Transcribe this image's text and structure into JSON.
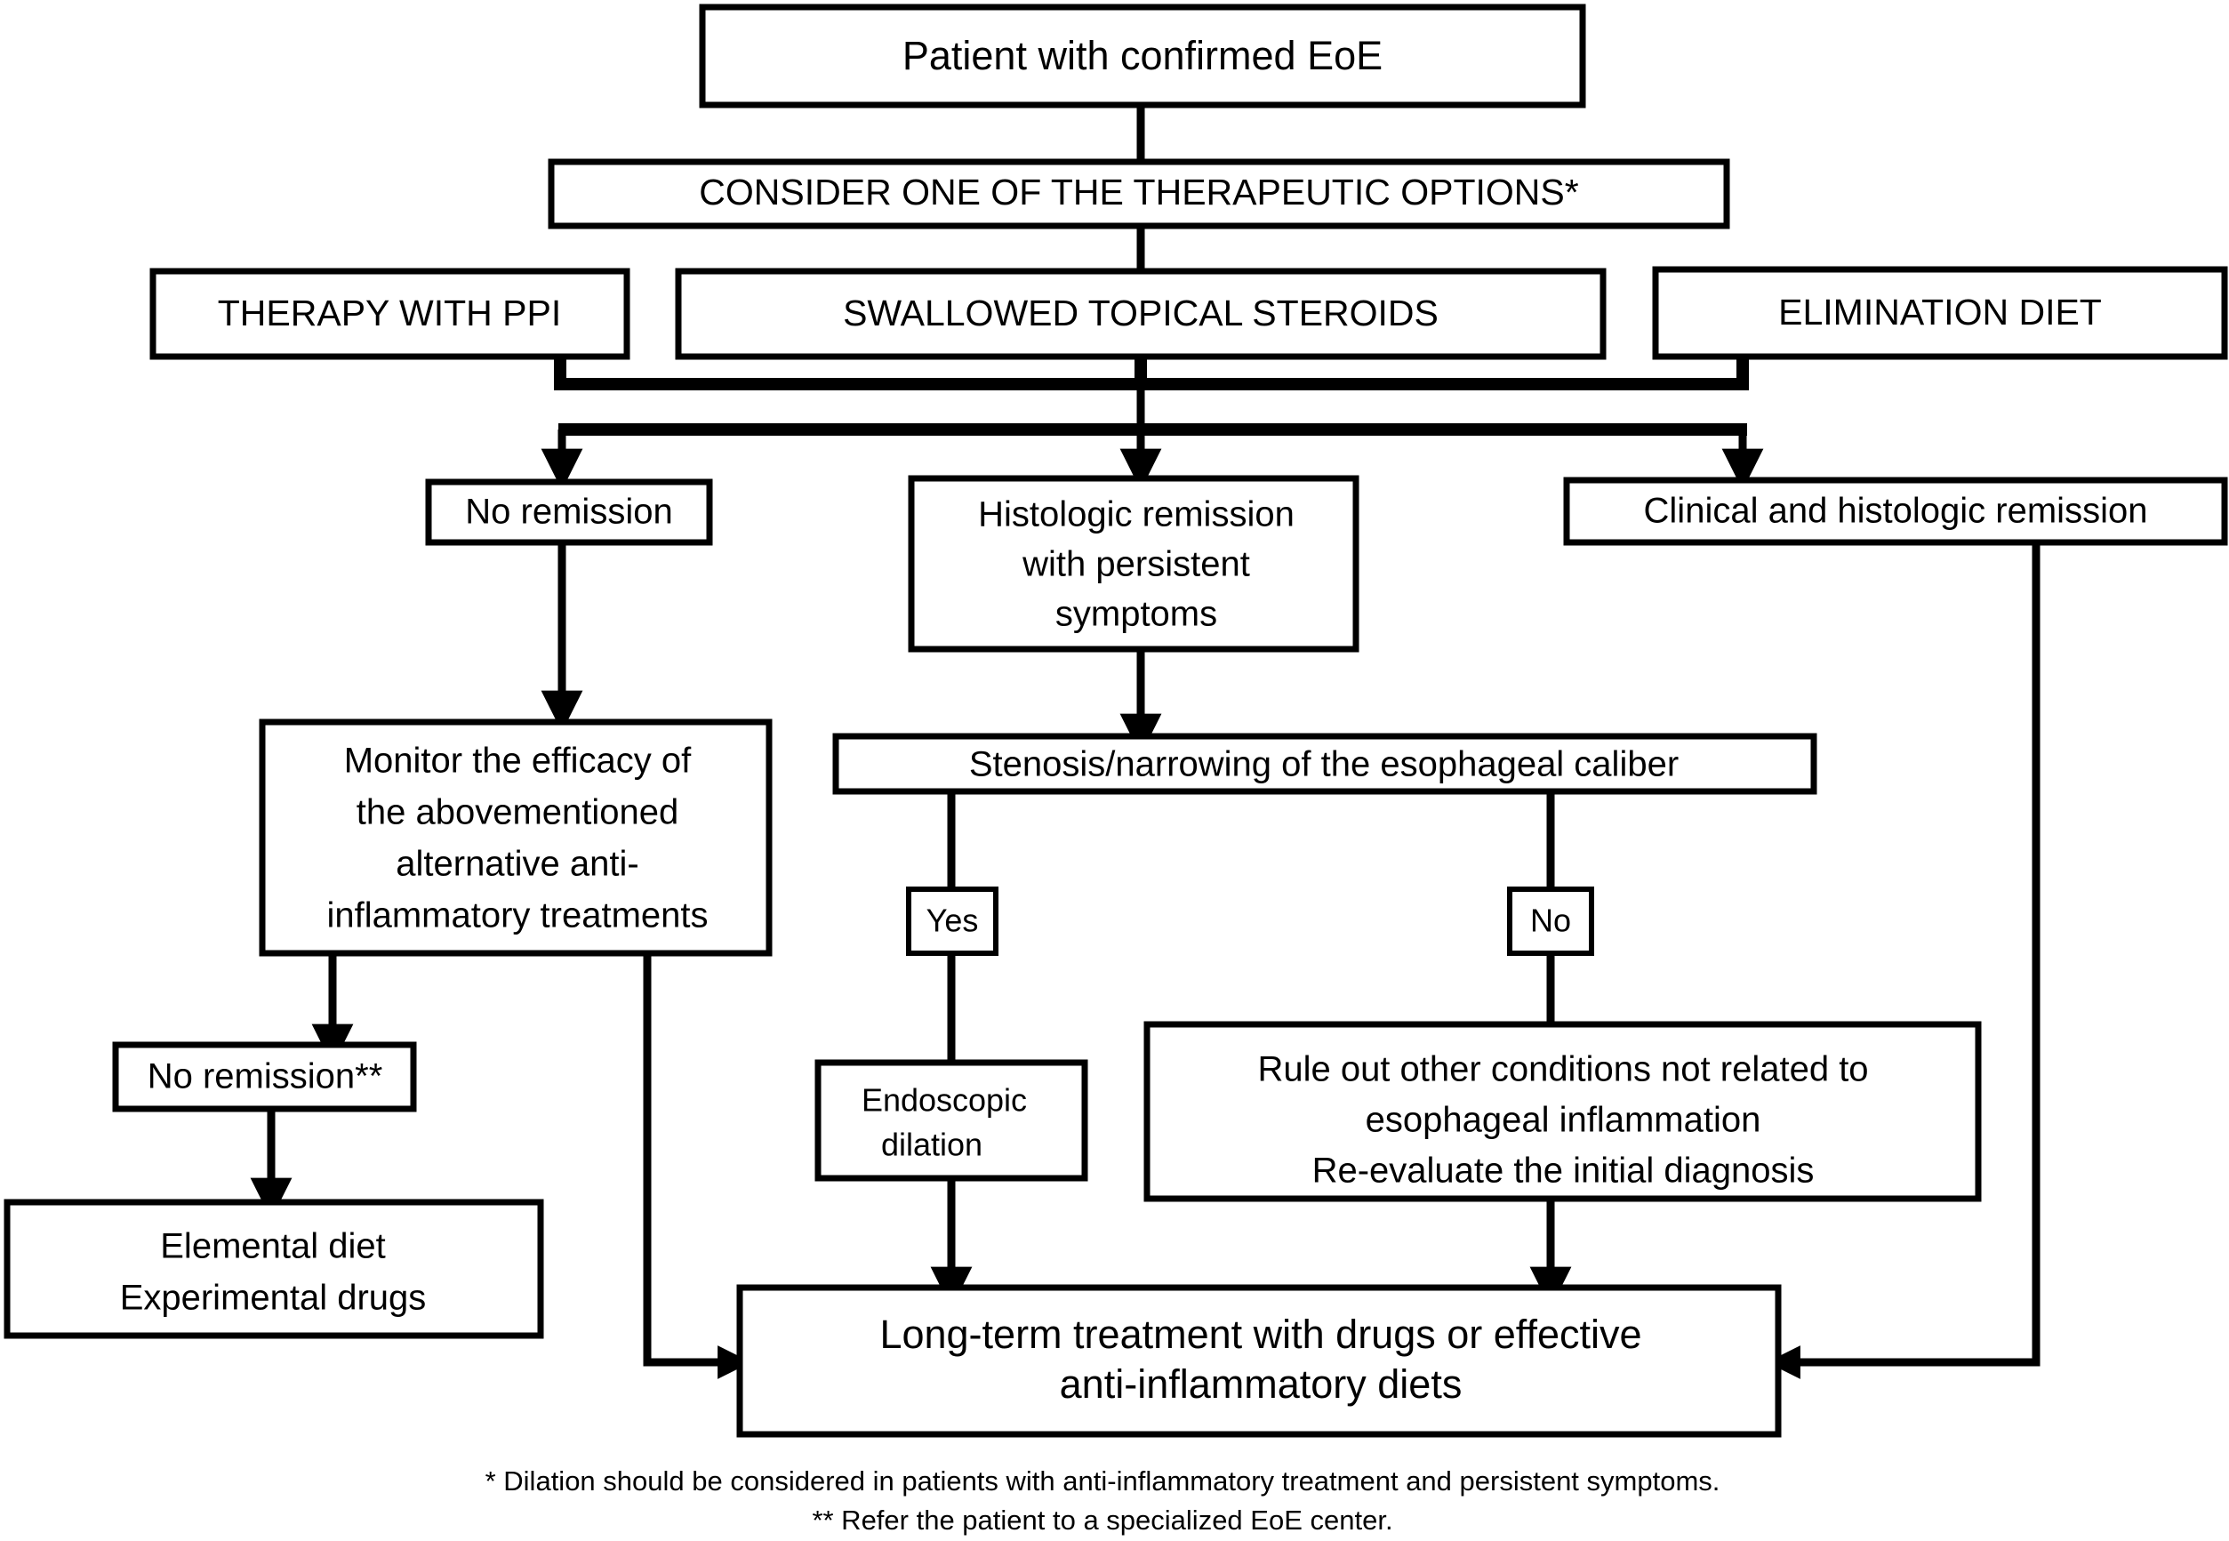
{
  "diagram": {
    "title": "EoE treatment algorithm flowchart",
    "colors": {
      "stroke": "#000000",
      "fill": "#ffffff",
      "text": "#000000"
    },
    "nodes": {
      "patient": {
        "label": "Patient with confirmed EoE"
      },
      "consider": {
        "label": "CONSIDER ONE OF THE THERAPEUTIC OPTIONS*"
      },
      "ppi": {
        "label": "THERAPY WITH PPI"
      },
      "steroids": {
        "label": "SWALLOWED TOPICAL STEROIDS"
      },
      "elimination": {
        "label": "ELIMINATION DIET"
      },
      "no_remission": {
        "label": "No remission"
      },
      "histologic_remission": {
        "line1": "Histologic remission",
        "line2": "with persistent",
        "line3": "symptoms"
      },
      "clinical_histologic_remission": {
        "label": "Clinical and histologic remission"
      },
      "monitor": {
        "line1": "Monitor the efficacy of",
        "line2": "the abovementioned",
        "line3": "alternative anti-",
        "line4": "inflammatory treatments"
      },
      "stenosis": {
        "label": "Stenosis/narrowing of the esophageal caliber"
      },
      "yes": {
        "label": "Yes"
      },
      "no": {
        "label": "No"
      },
      "no_remission_2": {
        "label": "No remission**"
      },
      "elemental": {
        "line1": "Elemental diet",
        "line2": "Experimental drugs"
      },
      "endoscopic": {
        "line1": "Endoscopic",
        "line2": "dilation"
      },
      "rule_out": {
        "line1": "Rule out other conditions not related to",
        "line2": "esophageal inflammation",
        "line3": "Re-evaluate the initial diagnosis"
      },
      "long_term": {
        "line1": "Long-term treatment with drugs or effective",
        "line2": "anti-inflammatory diets"
      }
    },
    "footnotes": {
      "one": "* Dilation should be considered in patients with anti-inflammatory treatment and persistent symptoms.",
      "two": "** Refer the patient to a specialized EoE center."
    }
  }
}
